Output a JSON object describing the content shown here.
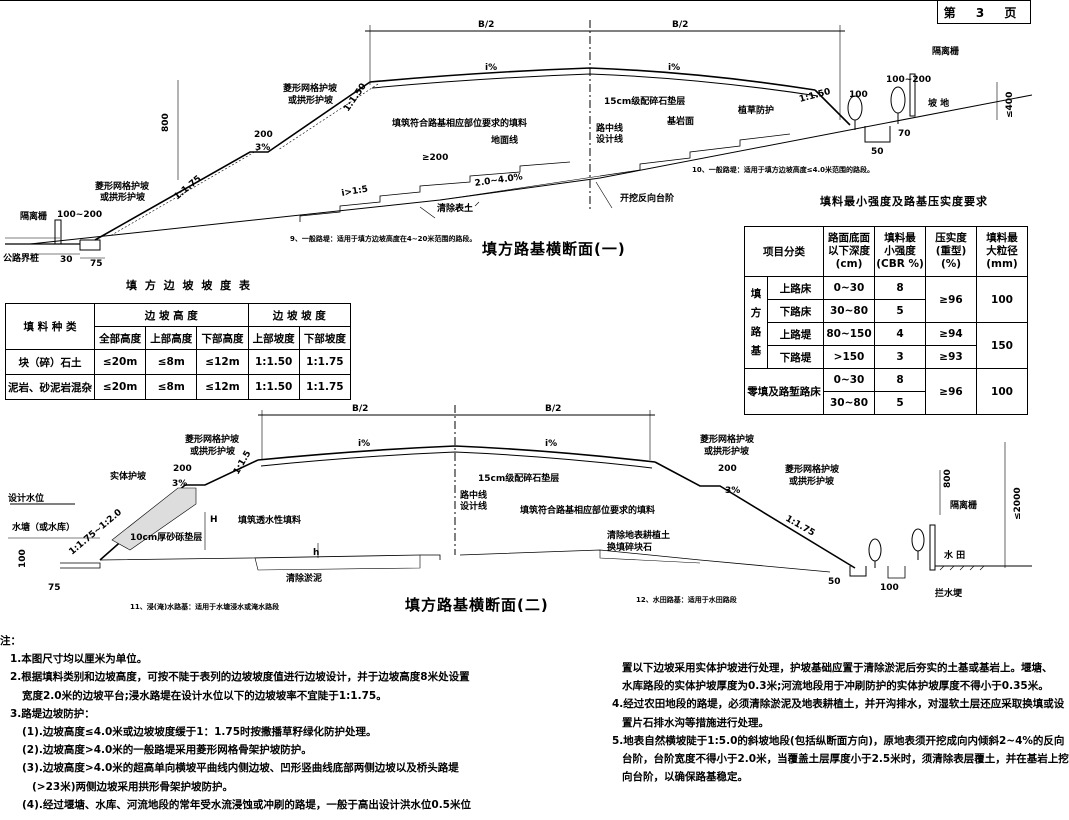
{
  "page": {
    "label": "第 3 页"
  },
  "section1": {
    "title": "填方路基横断面(一)",
    "labels": {
      "b2_left": "B/2",
      "b2_right": "B/2",
      "slope_top_l": "i%",
      "slope_top_r": "i%",
      "left_guard_upper": "菱形网格护坡",
      "left_guard_upper2": "或拱形护坡",
      "ratio_150": "1:1.50",
      "ratio_175": "1:1.75",
      "left_guard_lower": "菱形网格护坡",
      "left_guard_lower2": "或拱形护坡",
      "berm_200": "200",
      "berm_3": "3%",
      "h800": "800",
      "fill_req": "填筑符合路基相应部位要求的填料",
      "gravel": "15cm级配碎石垫层",
      "centerline1": "路中线",
      "centerline2": "设计线",
      "subgrade": "基岩面",
      "ground_line": "地面线",
      "grass": "植草防护",
      "ratio_right": "1:1.50",
      "ge200": "≥200",
      "slope_24": "2.0~4.0%",
      "ratio_15": "i>1:5",
      "clear": "清除表土",
      "step": "开挖反向台阶",
      "isolation_l": "隔离栅",
      "dim_100_200_l": "100~200",
      "boundary": "公路界桩",
      "dim_30": "30",
      "dim_75": "75",
      "isolation_r": "隔离栅",
      "dim_100_200_r": "100~200",
      "dim_100": "100",
      "dim_70": "70",
      "dim_50": "50",
      "slope_land": "坡 地",
      "le400": "≤400",
      "note10": "10、一般路堤：适用于填方边坡高度≤4.0米范围的路段。",
      "note9": "9、一般路堤：适用于填方边坡高度在4~20米范围的路段。"
    }
  },
  "slope_table": {
    "caption": "填 方 边 坡 坡 度 表",
    "h_material": "填 料 种 类",
    "h_height": "边 坡 高 度",
    "h_slope": "边 坡 坡 度",
    "h_all": "全部高度",
    "h_upper": "上部高度",
    "h_lower": "下部高度",
    "h_up_slope": "上部坡度",
    "h_down_slope": "下部坡度",
    "rows": [
      {
        "name": "块（碎）石土",
        "all": "≤20m",
        "upper": "≤8m",
        "lower": "≤12m",
        "up": "1:1.50",
        "down": "1:1.75"
      },
      {
        "name": "泥岩、砂泥岩混杂",
        "all": "≤20m",
        "upper": "≤8m",
        "lower": "≤12m",
        "up": "1:1.50",
        "down": "1:1.75"
      }
    ]
  },
  "strength_table": {
    "caption": "填料最小强度及路基压实度要求",
    "h_item": "项目分类",
    "h_depth": [
      "路面底面",
      "以下深度",
      "(cm)"
    ],
    "h_cbr": [
      "填料最",
      "小强度",
      "(CBR %)"
    ],
    "h_compact": [
      "压实度",
      "(重型)",
      "(%)"
    ],
    "h_size": [
      "填料最",
      "大粒径",
      "(mm)"
    ],
    "group_fill": [
      "填",
      "方",
      "路",
      "基"
    ],
    "rows": [
      {
        "name": "上路床",
        "depth": "0~30",
        "cbr": "8"
      },
      {
        "name": "下路床",
        "depth": "30~80",
        "cbr": "5"
      },
      {
        "name": "上路堤",
        "depth": "80~150",
        "cbr": "4"
      },
      {
        "name": "下路堤",
        "depth": ">150",
        "cbr": "3"
      }
    ],
    "compact": [
      "≥96",
      "≥94",
      "≥93"
    ],
    "size": [
      "100",
      "150"
    ],
    "zero_name": "零填及路堑路床",
    "zero_rows": [
      {
        "depth": "0~30",
        "cbr": "8"
      },
      {
        "depth": "30~80",
        "cbr": "5"
      }
    ],
    "zero_compact": "≥96",
    "zero_size": "100"
  },
  "section2": {
    "title": "填方路基横断面(二)",
    "labels": {
      "b2_left": "B/2",
      "b2_right": "B/2",
      "slope_top_l": "i%",
      "slope_top_r": "i%",
      "left_guard": "菱形网格护坡",
      "left_guard2": "或拱形护坡",
      "solid": "实体护坡",
      "berm_200": "200",
      "berm_3": "3%",
      "ratio_15": "1:1.5",
      "design_water": "设计水位",
      "pond": "水塘（或水库）",
      "ratio_pond": "1:1.75~1:2.0",
      "sand": "10cm厚砂砾垫层",
      "dim_100": "100",
      "dim_75": "75",
      "H": "H",
      "h": "h",
      "permeable": "填筑透水性填料",
      "clear_mud": "清除淤泥",
      "gravel": "15cm级配碎石垫层",
      "centerline1": "路中线",
      "centerline2": "设计线",
      "fill_req": "填筑符合路基相应部位要求的填料",
      "right_guard_a": "菱形网格护坡",
      "right_guard_a2": "或拱形护坡",
      "right_berm_200": "200",
      "right_berm_3": "3%",
      "right_guard_b": "菱形网格护坡",
      "right_guard_b2": "或拱形护坡",
      "ratio_175": "1:1.75",
      "h800": "800",
      "isolation": "隔离栅",
      "clear_topsoil1": "清除地表耕植土",
      "clear_topsoil2": "换填碎块石",
      "paddy": "水 田",
      "le2000": "≤2000",
      "dim_50": "50",
      "dim_100b": "100",
      "dike": "拦水埂",
      "note11": "11、浸(淹)水路基：适用于水塘浸水或淹水路段",
      "note12": "12、水田路基：适用于水田路段"
    }
  },
  "notes": {
    "heading": "注：",
    "left": [
      "1.本图尺寸均以厘米为单位。",
      "2.根据填料类别和边坡高度，可按不陡于表列的边坡坡度值进行边坡设计，并于边坡高度8米处设置",
      "宽度2.0米的边坡平台;浸水路堤在设计水位以下的边坡坡率不宜陡于1:1.75。",
      "3.路堤边坡防护：",
      "(1).边坡高度≤4.0米或边坡坡度缓于1：1.75时按撒播草籽绿化防护处理。",
      "(2).边坡高度>4.0米的一般路堤采用菱形网格骨架护坡防护。",
      "(3).边坡高度>4.0米的超高单向横坡平曲线内侧边坡、凹形竖曲线底部两侧边坡以及桥头路堤",
      "(>23米)两侧边坡采用拱形骨架护坡防护。",
      "(4).经过堰塘、水库、河流地段的常年受水流浸蚀或冲刷的路堤，一般于高出设计洪水位0.5米位"
    ],
    "right": [
      "置以下边坡采用实体护坡进行处理，护坡基础应置于清除淤泥后夯实的土基或基岩上。堰塘、",
      "水库路段的实体护坡厚度为0.3米;河流地段用于冲刷防护的实体护坡厚度不得小于0.35米。",
      "4.经过农田地段的路堤，必须清除淤泥及地表耕植土，并开沟排水，对湿软土层还应采取换填或设",
      "置片石排水沟等措施进行处理。",
      "5.地表自然横坡陡于1:5.0的斜坡地段(包括纵断面方向)，原地表须开挖成向内倾斜2~4%的反向",
      "台阶，台阶宽度不得小于2.0米，当覆盖土层厚度小于2.5米时，须清除表层覆土，并在基岩上挖",
      "向台阶，以确保路基稳定。"
    ]
  }
}
